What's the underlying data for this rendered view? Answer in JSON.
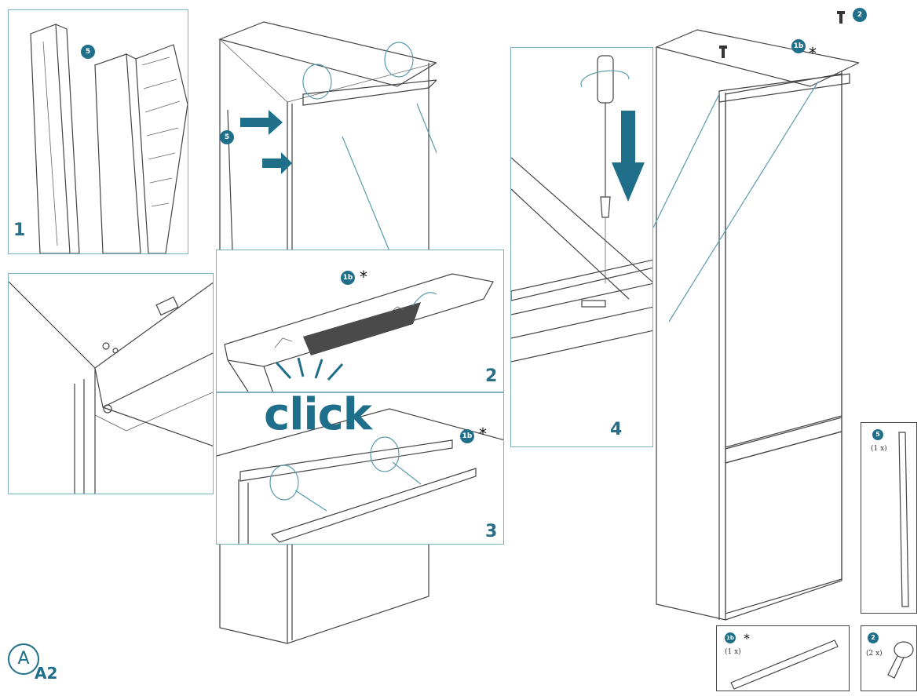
{
  "steps": {
    "s1": "1",
    "s2": "2",
    "s3": "3",
    "s4": "4"
  },
  "callouts": {
    "part5": "5",
    "part1b": "1b",
    "part2": "2",
    "asterisk": "*"
  },
  "click_text": "click",
  "parts_list": {
    "part5_qty": "(1 x)",
    "part1b_qty": "(1 x)",
    "part2_qty": "(2 x)"
  },
  "section": {
    "circle_label": "A",
    "sub_label": "A2"
  },
  "colors": {
    "accent": "#1f6f8b",
    "panel_border": "#7fb0bd",
    "line": "#444444"
  }
}
